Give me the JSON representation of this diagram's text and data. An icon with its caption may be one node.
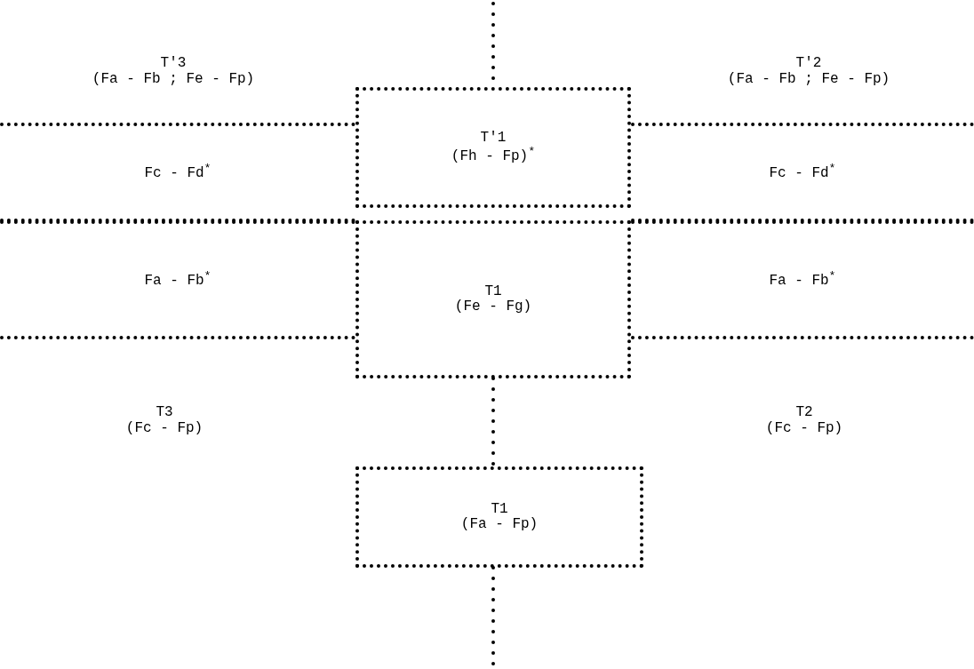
{
  "diagram": {
    "nodes": [
      {
        "text": [
          "T'1",
          "(Fh - Fp)$^{*}$"
        ]
      },
      {
        "text": [
          "Fc - Fd$^{*}$"
        ]
      },
      {
        "text": [
          "Fc - Fd$^{*}$"
        ]
      },
      {
        "text": [
          "Fa - Fb$^{*}$"
        ]
      },
      {
        "text": [
          "T1",
          "(Fe - Fg)"
        ]
      },
      {
        "text": [
          "Fa - Fb$^{*}$"
        ]
      },
      {
        "text": [
          "T1",
          "(Fa - Fp)"
        ]
      }
    ],
    "edges": [
      {
        "from": null,
        "to": 0,
        "arrow": "none"
      },
      {
        "from": 4,
        "to": 6,
        "arrow": "none"
      },
      {
        "from": 6,
        "to": null,
        "arrow": "none"
      }
    ],
    "labels": [
      "T'3",
      "(Fa - Fb ; Fe - Fp)",
      "T'2",
      "(Fa - Fb ; Fe - Fp)",
      "T3",
      "(Fc - Fp)",
      "T2",
      "(Fc - Fp)"
    ]
  }
}
